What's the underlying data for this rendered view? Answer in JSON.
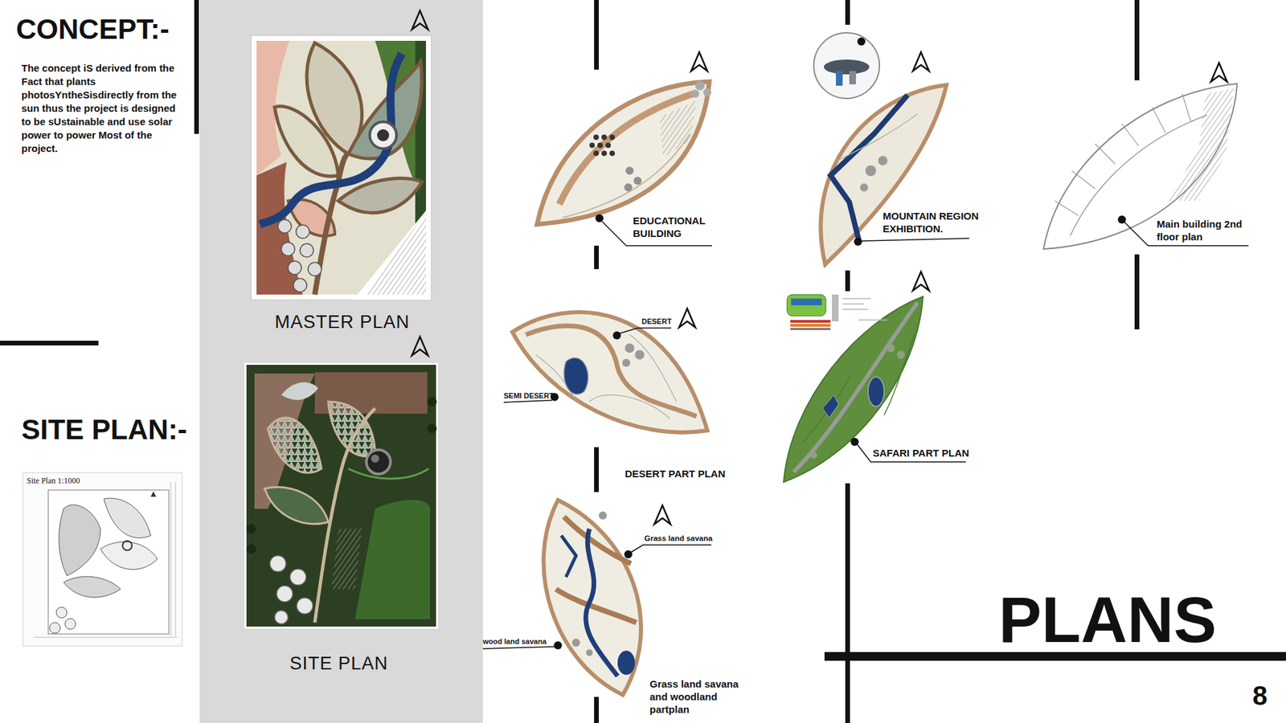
{
  "diagram": {
    "title": "PLANS",
    "labels": [
      "CONCEPT:-",
      "The concept iS derived from the Fact that plants photosYntheSisdirectly from the sun thus the project is designed to be sUstainable and use solar power to power Most of the project.",
      "SITE PLAN:-",
      "Site Plan 1:1000",
      "MASTER PLAN",
      "SITE PLAN",
      "EDUCATIONAL BUILDING",
      "MOUNTAIN REGION EXHIBITION.",
      "Main building 2nd floor plan",
      "DESERT",
      "SEMI DESERT",
      "DESERT PART PLAN",
      "SAFARI PART PLAN",
      "Grass land savana",
      "wood land savana",
      "Grass land savana and woodland partplan",
      "8"
    ]
  }
}
